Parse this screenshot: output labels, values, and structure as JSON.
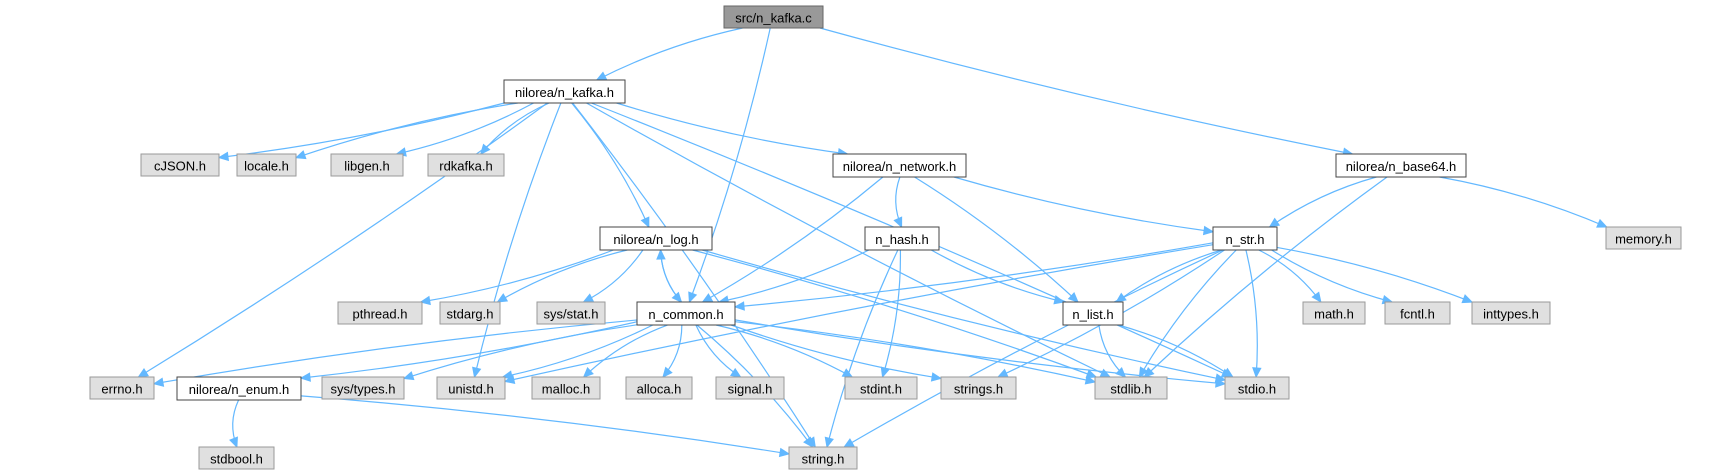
{
  "nodes": [
    {
      "id": "root",
      "label": "src/n_kafka.c",
      "kind": "root"
    },
    {
      "id": "kafka",
      "label": "nilorea/n_kafka.h",
      "kind": "doc"
    },
    {
      "id": "network",
      "label": "nilorea/n_network.h",
      "kind": "doc"
    },
    {
      "id": "base64",
      "label": "nilorea/n_base64.h",
      "kind": "doc"
    },
    {
      "id": "log",
      "label": "nilorea/n_log.h",
      "kind": "doc"
    },
    {
      "id": "hash",
      "label": "n_hash.h",
      "kind": "doc"
    },
    {
      "id": "str",
      "label": "n_str.h",
      "kind": "doc"
    },
    {
      "id": "common",
      "label": "n_common.h",
      "kind": "doc"
    },
    {
      "id": "list",
      "label": "n_list.h",
      "kind": "doc"
    },
    {
      "id": "enum",
      "label": "nilorea/n_enum.h",
      "kind": "doc"
    },
    {
      "id": "cjson",
      "label": "cJSON.h",
      "kind": "sys"
    },
    {
      "id": "locale",
      "label": "locale.h",
      "kind": "sys"
    },
    {
      "id": "libgen",
      "label": "libgen.h",
      "kind": "sys"
    },
    {
      "id": "rdkafka",
      "label": "rdkafka.h",
      "kind": "sys"
    },
    {
      "id": "memory",
      "label": "memory.h",
      "kind": "sys"
    },
    {
      "id": "pthread",
      "label": "pthread.h",
      "kind": "sys"
    },
    {
      "id": "stdarg",
      "label": "stdarg.h",
      "kind": "sys"
    },
    {
      "id": "sysstat",
      "label": "sys/stat.h",
      "kind": "sys"
    },
    {
      "id": "math",
      "label": "math.h",
      "kind": "sys"
    },
    {
      "id": "fcntl",
      "label": "fcntl.h",
      "kind": "sys"
    },
    {
      "id": "inttypes",
      "label": "inttypes.h",
      "kind": "sys"
    },
    {
      "id": "errno",
      "label": "errno.h",
      "kind": "sys"
    },
    {
      "id": "systypes",
      "label": "sys/types.h",
      "kind": "sys"
    },
    {
      "id": "unistd",
      "label": "unistd.h",
      "kind": "sys"
    },
    {
      "id": "malloc",
      "label": "malloc.h",
      "kind": "sys"
    },
    {
      "id": "alloca",
      "label": "alloca.h",
      "kind": "sys"
    },
    {
      "id": "signal",
      "label": "signal.h",
      "kind": "sys"
    },
    {
      "id": "stdint",
      "label": "stdint.h",
      "kind": "sys"
    },
    {
      "id": "strings",
      "label": "strings.h",
      "kind": "sys"
    },
    {
      "id": "stdlib",
      "label": "stdlib.h",
      "kind": "sys"
    },
    {
      "id": "stdio",
      "label": "stdio.h",
      "kind": "sys"
    },
    {
      "id": "stdbool",
      "label": "stdbool.h",
      "kind": "sys"
    },
    {
      "id": "string",
      "label": "string.h",
      "kind": "sys"
    }
  ],
  "edges": [
    [
      "root",
      "kafka"
    ],
    [
      "root",
      "common"
    ],
    [
      "root",
      "base64"
    ],
    [
      "kafka",
      "cjson"
    ],
    [
      "kafka",
      "locale"
    ],
    [
      "kafka",
      "libgen"
    ],
    [
      "kafka",
      "rdkafka"
    ],
    [
      "kafka",
      "log"
    ],
    [
      "kafka",
      "network"
    ],
    [
      "kafka",
      "errno"
    ],
    [
      "kafka",
      "unistd"
    ],
    [
      "kafka",
      "string"
    ],
    [
      "kafka",
      "stdlib"
    ],
    [
      "kafka",
      "stdio"
    ],
    [
      "network",
      "hash"
    ],
    [
      "network",
      "common"
    ],
    [
      "network",
      "str"
    ],
    [
      "network",
      "list"
    ],
    [
      "base64",
      "str"
    ],
    [
      "base64",
      "memory"
    ],
    [
      "base64",
      "stdlib"
    ],
    [
      "log",
      "pthread"
    ],
    [
      "log",
      "stdarg"
    ],
    [
      "log",
      "sysstat"
    ],
    [
      "log",
      "common"
    ],
    [
      "log",
      "stdlib"
    ],
    [
      "log",
      "stdio"
    ],
    [
      "hash",
      "common"
    ],
    [
      "hash",
      "list"
    ],
    [
      "hash",
      "stdint"
    ],
    [
      "hash",
      "string"
    ],
    [
      "str",
      "common"
    ],
    [
      "str",
      "list"
    ],
    [
      "str",
      "math"
    ],
    [
      "str",
      "fcntl"
    ],
    [
      "str",
      "inttypes"
    ],
    [
      "str",
      "unistd"
    ],
    [
      "str",
      "strings"
    ],
    [
      "str",
      "stdlib"
    ],
    [
      "str",
      "stdio"
    ],
    [
      "str",
      "string"
    ],
    [
      "common",
      "log"
    ],
    [
      "common",
      "errno"
    ],
    [
      "common",
      "enum"
    ],
    [
      "common",
      "systypes"
    ],
    [
      "common",
      "unistd"
    ],
    [
      "common",
      "malloc"
    ],
    [
      "common",
      "alloca"
    ],
    [
      "common",
      "signal"
    ],
    [
      "common",
      "stdint"
    ],
    [
      "common",
      "strings"
    ],
    [
      "common",
      "stdlib"
    ],
    [
      "common",
      "stdio"
    ],
    [
      "common",
      "string"
    ],
    [
      "list",
      "stdlib"
    ],
    [
      "list",
      "stdio"
    ],
    [
      "enum",
      "stdbool"
    ],
    [
      "enum",
      "string"
    ]
  ]
}
